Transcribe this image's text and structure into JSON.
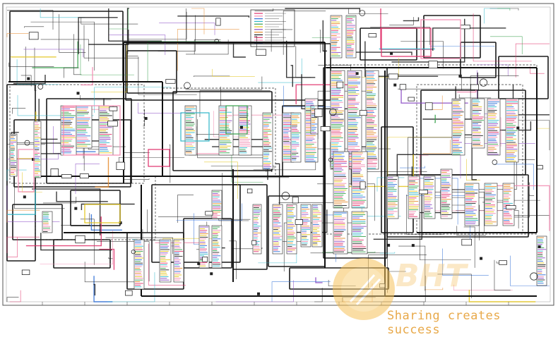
{
  "diagram": {
    "kind": "electrical wiring schematic",
    "legend_items": 12,
    "colors": {
      "background": "#ffffff",
      "wire_primary": "#1a1a1a",
      "wire_red": "#e0306a",
      "wire_pink": "#f28ab0",
      "wire_blue": "#2f6fd6",
      "wire_cyan": "#2fb6c9",
      "wire_green": "#35a04a",
      "wire_yellow": "#e3c41c",
      "wire_purple": "#8a4bc4",
      "wire_orange": "#e58a2a",
      "frame": "#444444",
      "watermark": "#f2b544"
    }
  },
  "watermark": {
    "text": "Sharing creates success",
    "color": "#e8a94a",
    "logo_color": "#f6c35a"
  }
}
